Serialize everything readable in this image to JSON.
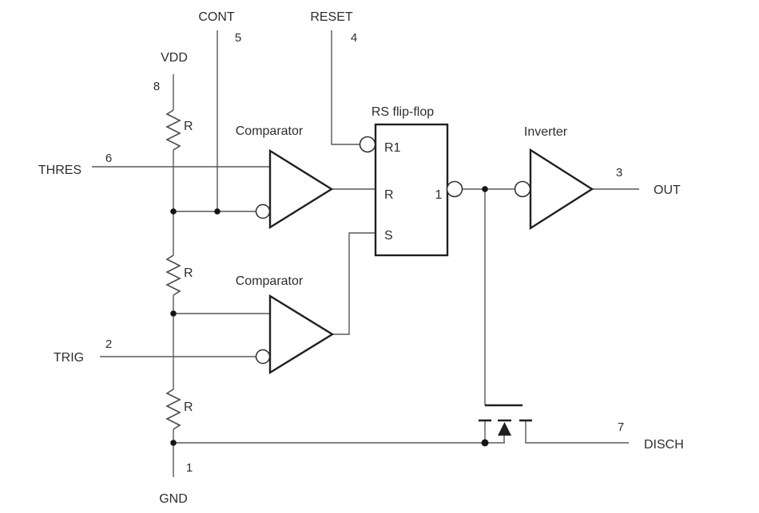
{
  "pins": {
    "cont": {
      "label": "CONT",
      "number": "5"
    },
    "reset": {
      "label": "RESET",
      "number": "4"
    },
    "vdd": {
      "label": "VDD",
      "number": "8"
    },
    "thres": {
      "label": "THRES",
      "number": "6"
    },
    "trig": {
      "label": "TRIG",
      "number": "2"
    },
    "gnd": {
      "label": "GND",
      "number": "1"
    },
    "out": {
      "label": "OUT",
      "number": "3"
    },
    "disch": {
      "label": "DISCH",
      "number": "7"
    }
  },
  "components": {
    "comparator1": {
      "label": "Comparator"
    },
    "comparator2": {
      "label": "Comparator"
    },
    "flipflop": {
      "label": "RS flip-flop",
      "inputs": {
        "r1": "R1",
        "r": "R",
        "s": "S"
      },
      "output": "1"
    },
    "inverter": {
      "label": "Inverter"
    },
    "resistor1": {
      "label": "R"
    },
    "resistor2": {
      "label": "R"
    },
    "resistor3": {
      "label": "R"
    }
  },
  "colors": {
    "background": "#ffffff",
    "wire": "#58595b",
    "component_outline": "#231f20",
    "text": "#2d2d2e"
  }
}
